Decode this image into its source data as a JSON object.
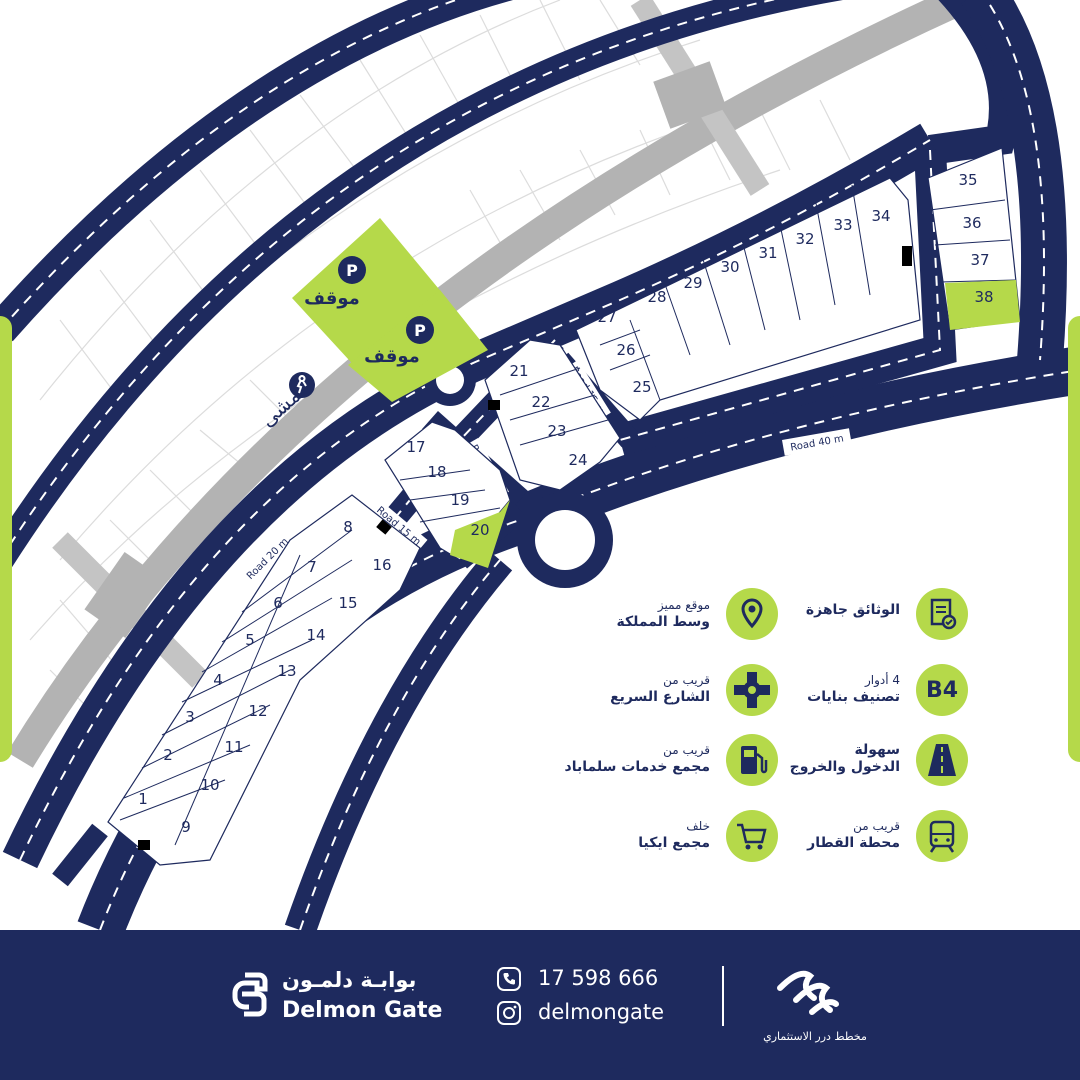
{
  "map": {
    "road_labels": {
      "road40": "Road 40 m",
      "road20a": "Road 20 m",
      "road20b": "Road 20 m",
      "road15a": "Road 15 m",
      "road15b": "Road 15 m"
    },
    "parking_labels": [
      "موقف",
      "موقف"
    ],
    "parking_symbol": "P",
    "walkway_label": "ممشى",
    "plots": [
      "1",
      "2",
      "3",
      "4",
      "5",
      "6",
      "7",
      "8",
      "9",
      "10",
      "11",
      "12",
      "13",
      "14",
      "15",
      "16",
      "17",
      "18",
      "19",
      "20",
      "21",
      "22",
      "23",
      "24",
      "25",
      "26",
      "27",
      "28",
      "29",
      "30",
      "31",
      "32",
      "33",
      "34",
      "35",
      "36",
      "37",
      "38"
    ],
    "highlighted_plots": [
      "20",
      "38"
    ]
  },
  "features": {
    "docs": {
      "title": "",
      "subtitle": "الوثائق جاهزة",
      "icon": "document-check-icon"
    },
    "location": {
      "title": "موقع مميز",
      "subtitle": "وسط المملكة",
      "icon": "map-pin-icon"
    },
    "zoning": {
      "title": "4 أدوار",
      "subtitle": "تصنيف بنايات",
      "badge": "B4",
      "icon": "zoning-badge-icon"
    },
    "highway": {
      "title": "قريب من",
      "subtitle": "الشارع السريع",
      "icon": "roundabout-icon"
    },
    "access": {
      "title": "سهولة",
      "subtitle": "الدخول والخروج",
      "icon": "road-icon"
    },
    "services": {
      "title": "قريب من",
      "subtitle": "مجمع خدمات سلماباد",
      "icon": "fuel-pump-icon"
    },
    "train": {
      "title": "قريب من",
      "subtitle": "محطة القطار",
      "icon": "train-icon"
    },
    "ikea": {
      "title": "خلف",
      "subtitle": "مجمع ايكيا",
      "icon": "shopping-cart-icon"
    }
  },
  "footer": {
    "brand_ar": "بوابـة دلمـون",
    "brand_en": "Delmon Gate",
    "phone": "17 598 666",
    "instagram": "delmongate",
    "developer_ar": "مخطط درر الاستثماري",
    "phone_icon": "phone-icon",
    "instagram_icon": "instagram-icon"
  },
  "colors": {
    "navy": "#1e2a5e",
    "lime": "#b5d94a",
    "walkway": "#b3b3b3",
    "grid": "#d8d8d8"
  }
}
